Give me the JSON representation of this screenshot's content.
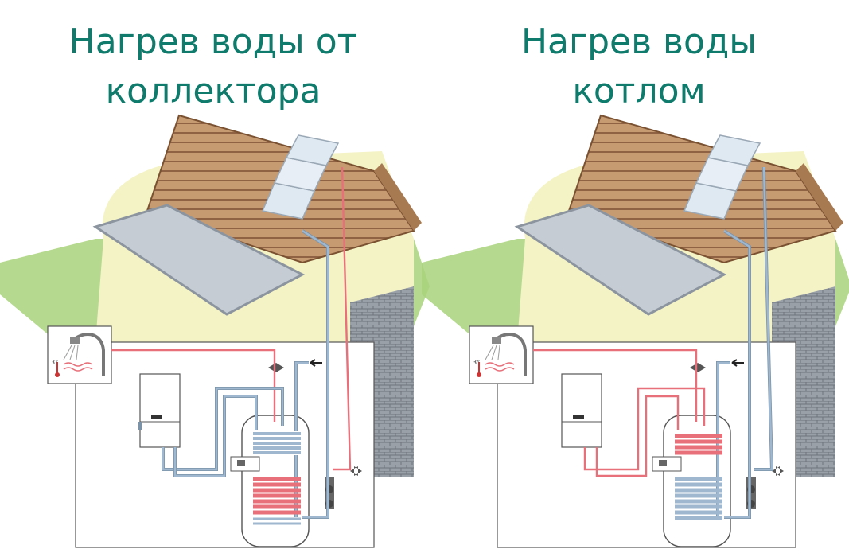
{
  "titles": {
    "left_line1": "Нагрев воды от",
    "left_line2": "коллектора",
    "right_line1": "Нагрев воды",
    "right_line2": "котлом"
  },
  "panels": [
    {
      "id": "collector",
      "heated_coil": "bottom",
      "heat_source": "solar-collector"
    },
    {
      "id": "boiler",
      "heated_coil": "top",
      "heat_source": "boiler"
    }
  ],
  "shower_label": "3°",
  "colors": {
    "title": "#0f7b6c",
    "hot_pipe": "#e8707a",
    "cold_pipe": "#9fb8cf",
    "roof": "#c9a07a",
    "house_wall": "#f3f3c4",
    "lawn": "#a9d27d",
    "brick": "#8a8f99"
  }
}
